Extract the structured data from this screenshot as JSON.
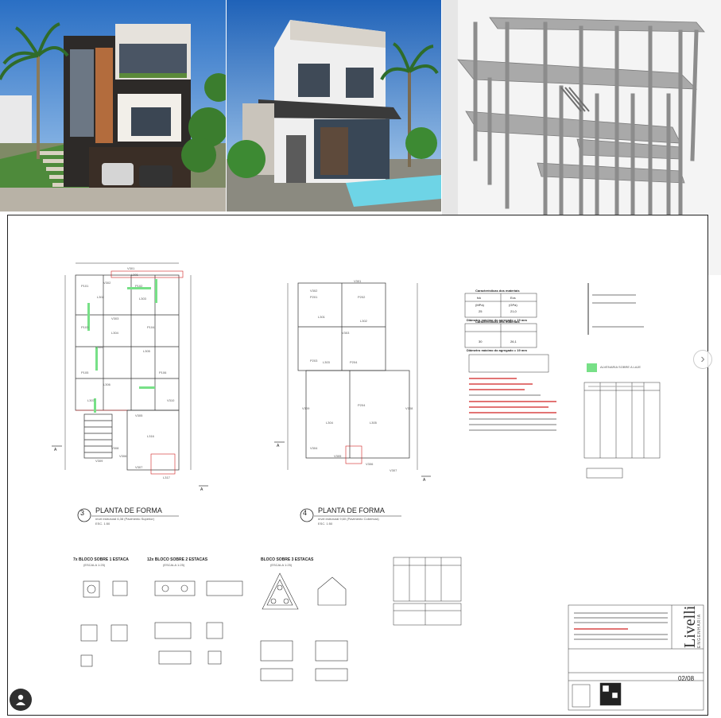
{
  "sheet": {
    "plan3": {
      "number": "3",
      "title": "PLANTA DE FORMA",
      "sub1": "nível estrutural 6,38 (Pavimento Superior)",
      "sub2": "ESC. 1:50"
    },
    "plan4": {
      "number": "4",
      "title": "PLANTA DE FORMA",
      "sub1": "nível estrutural 9,60 (Pavimento Cobertura)",
      "sub2": "ESC. 1:50"
    },
    "blocks": [
      {
        "prefix": "7x",
        "title": "BLOCO SOBRE 1 ESTACA",
        "scale": "(ESCALA 1:25)"
      },
      {
        "prefix": "12x",
        "title": "BLOCO SOBRE 2 ESTACAS",
        "scale": "(ESCALA 1:25)"
      },
      {
        "prefix": "",
        "title": "BLOCO SOBRE 3 ESTACAS",
        "scale": "(ESCALA 1:25)"
      }
    ],
    "materials": {
      "title": "Características dos materiais",
      "col1": "fck",
      "col2": "Ecs",
      "unit1": "(MPa)",
      "unit2": "(GPa)",
      "row1": [
        "25",
        "21,0"
      ],
      "row2": [
        "30",
        "26,1"
      ],
      "note": "Diâmetro máximo do agregado = 19 mm"
    },
    "legend_green": "ALVENARIA SOBRE A LAJE",
    "sheet_number": "02/08",
    "logo_text": "Livelli",
    "logo_sub": "ENGENHARIA",
    "section_aa": "A",
    "labels_plan3": [
      "V301",
      "V302",
      "V303",
      "V304",
      "L301",
      "L302",
      "L303",
      "L304",
      "L305",
      "L306",
      "L307",
      "P101",
      "P102",
      "P103",
      "P104",
      "P105",
      "P106",
      "V305",
      "V306",
      "V307",
      "V308",
      "V309",
      "V310",
      "L316",
      "L317"
    ],
    "labels_plan4": [
      "V301",
      "V302",
      "V303",
      "L301",
      "L302",
      "L303",
      "L304",
      "L305",
      "L306",
      "P201",
      "P202",
      "P203",
      "P204",
      "V304",
      "V305",
      "V306",
      "V307",
      "V308",
      "V309"
    ]
  },
  "colors": {
    "green": "#77e087",
    "red": "#d02020",
    "line": "#222222"
  },
  "icons": {
    "avatar": "user-icon",
    "next": "chevron-right-icon"
  }
}
